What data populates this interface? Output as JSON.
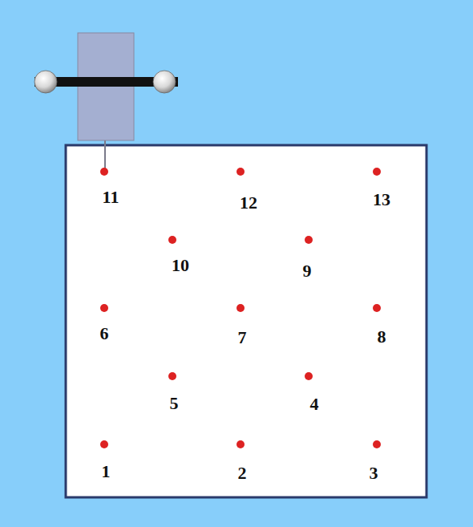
{
  "diagram": {
    "labels": [
      "11",
      "12",
      "13",
      "10",
      "9",
      "6",
      "7",
      "8",
      "5",
      "4",
      "1",
      "2",
      "3"
    ]
  }
}
